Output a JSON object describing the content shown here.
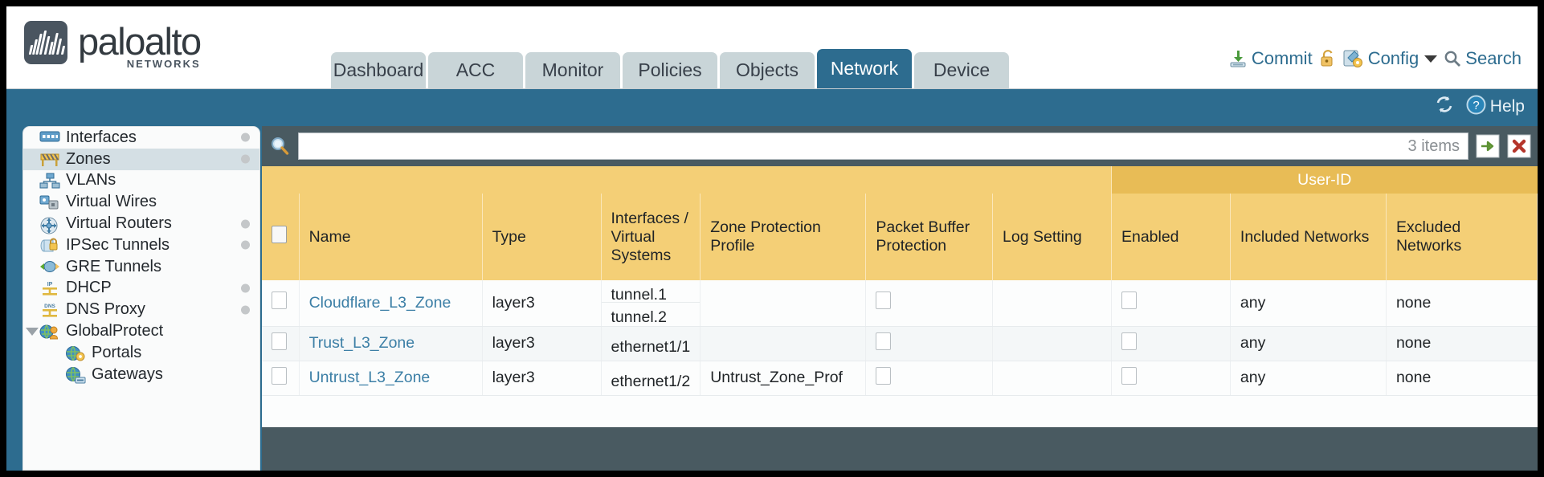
{
  "brand": {
    "name": "paloalto",
    "tagline": "NETWORKS",
    "trademark": "®"
  },
  "tabs": [
    {
      "label": "Dashboard",
      "active": false
    },
    {
      "label": "ACC",
      "active": false
    },
    {
      "label": "Monitor",
      "active": false
    },
    {
      "label": "Policies",
      "active": false
    },
    {
      "label": "Objects",
      "active": false
    },
    {
      "label": "Network",
      "active": true
    },
    {
      "label": "Device",
      "active": false
    }
  ],
  "header_actions": {
    "commit": "Commit",
    "config": "Config",
    "search": "Search",
    "lock_icon": "padlock-icon",
    "commit_icon": "commit-download-icon",
    "config_icon": "config-wrench-icon",
    "search_icon": "search-magnifier-icon",
    "caret_icon": "chevron-down-icon"
  },
  "band": {
    "refresh_icon": "refresh-icon",
    "help_label": "Help",
    "help_icon": "help-question-icon"
  },
  "sidebar": {
    "items": [
      {
        "label": "Interfaces",
        "icon": "interfaces-icon",
        "dot": true,
        "selected": false,
        "child": false
      },
      {
        "label": "Zones",
        "icon": "zones-icon",
        "dot": true,
        "selected": true,
        "child": false
      },
      {
        "label": "VLANs",
        "icon": "vlans-icon",
        "dot": false,
        "selected": false,
        "child": false
      },
      {
        "label": "Virtual Wires",
        "icon": "virtual-wires-icon",
        "dot": false,
        "selected": false,
        "child": false
      },
      {
        "label": "Virtual Routers",
        "icon": "virtual-routers-icon",
        "dot": true,
        "selected": false,
        "child": false
      },
      {
        "label": "IPSec Tunnels",
        "icon": "ipsec-tunnels-icon",
        "dot": true,
        "selected": false,
        "child": false
      },
      {
        "label": "GRE Tunnels",
        "icon": "gre-tunnels-icon",
        "dot": false,
        "selected": false,
        "child": false
      },
      {
        "label": "DHCP",
        "icon": "dhcp-icon",
        "dot": true,
        "selected": false,
        "child": false
      },
      {
        "label": "DNS Proxy",
        "icon": "dns-proxy-icon",
        "dot": true,
        "selected": false,
        "child": false
      },
      {
        "label": "GlobalProtect",
        "icon": "globalprotect-icon",
        "dot": false,
        "selected": false,
        "child": false,
        "expander": "expanded"
      },
      {
        "label": "Portals",
        "icon": "portals-icon",
        "dot": false,
        "selected": false,
        "child": true
      },
      {
        "label": "Gateways",
        "icon": "gateways-icon",
        "dot": false,
        "selected": false,
        "child": true
      }
    ]
  },
  "search": {
    "value": "",
    "placeholder": "",
    "item_count": "3 items",
    "apply_icon": "green-arrow-apply-icon",
    "clear_icon": "red-x-clear-icon",
    "magnifier_icon": "search-magnifier-icon"
  },
  "table": {
    "group_header": {
      "label": "User-ID",
      "span": 3
    },
    "columns": [
      "Name",
      "Type",
      "Interfaces / Virtual Systems",
      "Zone Protection Profile",
      "Packet Buffer Protection",
      "Log Setting",
      "Enabled",
      "Included Networks",
      "Excluded Networks"
    ],
    "rows": [
      {
        "name": "Cloudflare_L3_Zone",
        "type": "layer3",
        "interfaces": [
          "tunnel.1",
          "tunnel.2"
        ],
        "zone_protection_profile": "",
        "packet_buffer_protection": false,
        "log_setting": "",
        "userid_enabled": false,
        "included_networks": "any",
        "excluded_networks": "none"
      },
      {
        "name": "Trust_L3_Zone",
        "type": "layer3",
        "interfaces": [
          "ethernet1/1"
        ],
        "zone_protection_profile": "",
        "packet_buffer_protection": false,
        "log_setting": "",
        "userid_enabled": false,
        "included_networks": "any",
        "excluded_networks": "none"
      },
      {
        "name": "Untrust_L3_Zone",
        "type": "layer3",
        "interfaces": [
          "ethernet1/2"
        ],
        "zone_protection_profile": "Untrust_Zone_Prof",
        "packet_buffer_protection": false,
        "log_setting": "",
        "userid_enabled": false,
        "included_networks": "any",
        "excluded_networks": "none"
      }
    ]
  },
  "colors": {
    "brand_blue": "#2d6c8f",
    "header_amber": "#f4cf76",
    "group_amber": "#e8bc56",
    "link_blue": "#3c7fa6",
    "tab_grey": "#c9d5d8"
  }
}
